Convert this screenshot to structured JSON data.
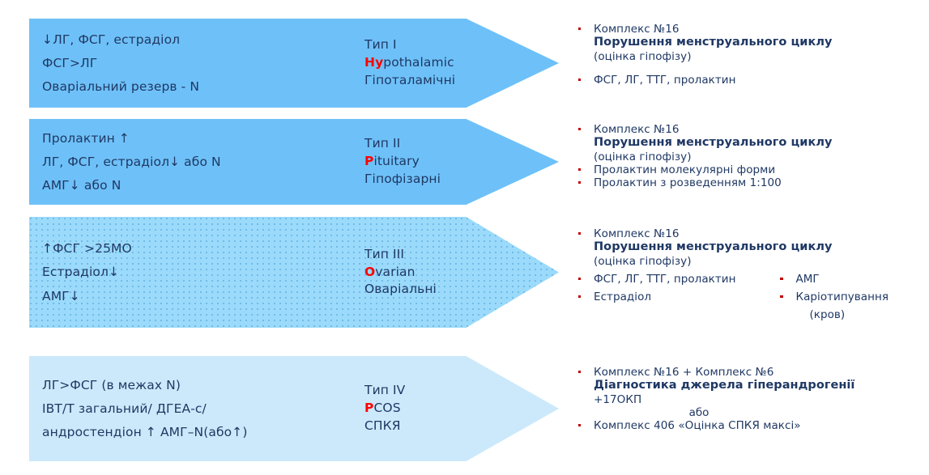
{
  "colors": {
    "arrow_strong": "#6EC1F8",
    "arrow_mid": "#9BDAFA",
    "arrow_light": "#CCE9FB",
    "text_navy": "#1F3864",
    "accent_red": "#FF0000",
    "bullet_red": "#C00000"
  },
  "blocks": [
    {
      "id": "type-1-hypothalamic",
      "tone": "tone-strong",
      "criteria": [
        "↓ЛГ, ФСГ, естрадіол",
        "ФСГ>ЛГ",
        "Оваріальний резерв - N"
      ],
      "type_label": "Тип I",
      "type_en_accent": "Hy",
      "type_en_rest": "pothalamic",
      "type_ua": "Гіпоталамічні",
      "tests": [
        {
          "kind": "bullet",
          "text": "Комплекс №16"
        },
        {
          "kind": "bold",
          "text": "Порушення менструального циклу"
        },
        {
          "kind": "plain",
          "text": "(оцінка гіпофізу)"
        },
        {
          "kind": "gap-md",
          "text": ""
        },
        {
          "kind": "bullet",
          "text": "ФСГ, ЛГ, ТТГ, пролактин"
        }
      ]
    },
    {
      "id": "type-2-pituitary",
      "tone": "tone-strong",
      "criteria": [
        "Пролактин ↑",
        "ЛГ, ФСГ, естрадіол↓ або N",
        "АМГ↓ або N"
      ],
      "type_label": "Тип II",
      "type_en_accent": "P",
      "type_en_rest": "ituitary",
      "type_ua": "Гіпофізарні",
      "tests": [
        {
          "kind": "bullet",
          "text": "Комплекс №16"
        },
        {
          "kind": "bold",
          "text": "Порушення менструального циклу"
        },
        {
          "kind": "plain",
          "text": "(оцінка гіпофізу)"
        },
        {
          "kind": "bullet",
          "text": "Пролактин молекулярні форми"
        },
        {
          "kind": "bullet",
          "text": "Пролактин з розведенням 1:100"
        }
      ]
    },
    {
      "id": "type-3-ovarian",
      "tone": "tone-mid",
      "criteria": [
        "↑ФСГ >25МО",
        "Естрадіол↓",
        "АМГ↓"
      ],
      "type_label": "Тип III",
      "type_en_accent": "O",
      "type_en_rest": "varian",
      "type_ua": "Оваріальні",
      "tests": [
        {
          "kind": "bullet",
          "text": "Комплекс №16"
        },
        {
          "kind": "bold",
          "text": "Порушення менструального циклу"
        },
        {
          "kind": "plain",
          "text": "(оцінка гіпофізу)"
        }
      ],
      "tests_col_a": [
        {
          "kind": "bullet",
          "text": "ФСГ, ЛГ, ТТГ, пролактин"
        },
        {
          "kind": "gap-sm",
          "text": ""
        },
        {
          "kind": "bullet",
          "text": "Естрадіол"
        }
      ],
      "tests_col_b": [
        {
          "kind": "bullet",
          "text": "АМГ"
        },
        {
          "kind": "gap-sm",
          "text": ""
        },
        {
          "kind": "bullet",
          "text": "Каріотипування"
        },
        {
          "kind": "gap-sm",
          "text": ""
        },
        {
          "kind": "indent",
          "text": "(кров)"
        }
      ]
    },
    {
      "id": "type-4-pcos",
      "tone": "tone-light",
      "criteria": [
        "ЛГ>ФСГ (в межах N)",
        "IВТ/Т загальний/ ДГЕА-с/",
        "андростендіон ↑ АМГ–N(або↑)"
      ],
      "type_label": "Тип IV",
      "type_en_accent": "P",
      "type_en_rest": "COS",
      "type_ua": "СПКЯ",
      "tests": [
        {
          "kind": "bullet",
          "text": "Комплекс №16  + Комплекс №6"
        },
        {
          "kind": "bold",
          "text": "Діагностика джерела гіперандрогенії"
        },
        {
          "kind": "plain",
          "text": "+17ОКП"
        },
        {
          "kind": "center",
          "text": "або"
        },
        {
          "kind": "bullet",
          "text": "Комплекс 406 «Оцінка СПКЯ максі»"
        }
      ]
    }
  ]
}
